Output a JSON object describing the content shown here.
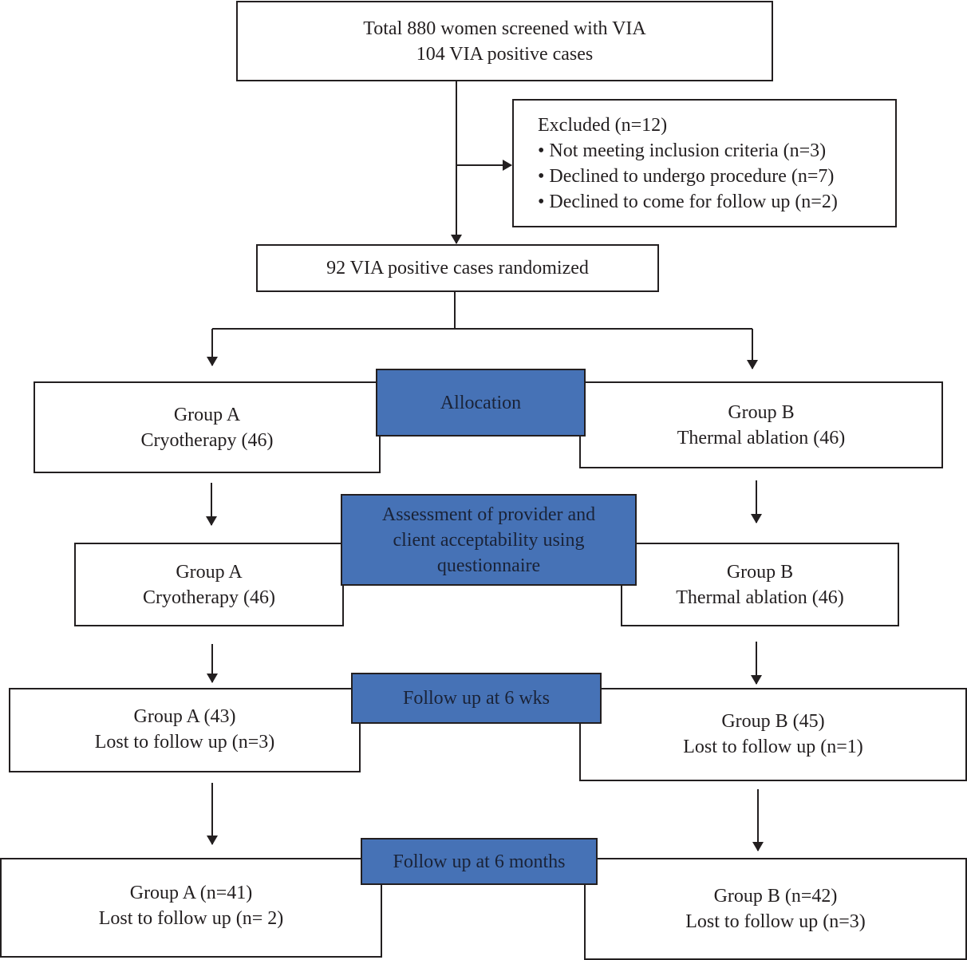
{
  "screening": {
    "line1": "Total 880 women screened with VIA",
    "line2": "104 VIA positive cases"
  },
  "excluded": {
    "title": "Excluded (n=12)",
    "items": [
      "• Not meeting inclusion criteria (n=3)",
      "• Declined to undergo procedure (n=7)",
      "• Declined to come for follow up (n=2)"
    ]
  },
  "randomized": {
    "label": "92 VIA positive cases randomized"
  },
  "stages": [
    {
      "tag": [
        "Allocation"
      ],
      "group_a": [
        "Group A",
        "Cryotherapy (46)"
      ],
      "group_b": [
        "Group B",
        "Thermal ablation (46)"
      ]
    },
    {
      "tag": [
        "Assessment of provider and",
        "client acceptability using",
        "questionnaire"
      ],
      "group_a": [
        "Group A",
        "Cryotherapy (46)"
      ],
      "group_b": [
        "Group B",
        "Thermal ablation (46)"
      ]
    },
    {
      "tag": [
        "Follow up at 6 wks"
      ],
      "group_a": [
        "Group A (43)",
        "Lost to follow up (n=3)"
      ],
      "group_b": [
        "Group B (45)",
        "Lost to follow up (n=1)"
      ]
    },
    {
      "tag": [
        "Follow up at 6 months"
      ],
      "group_a": [
        "Group A (n=41)",
        "Lost to follow up (n= 2)"
      ],
      "group_b": [
        "Group B (n=42)",
        "Lost to follow up (n=3)"
      ]
    }
  ],
  "colors": {
    "tag_fill": "#4672b6",
    "line": "#231f20"
  }
}
